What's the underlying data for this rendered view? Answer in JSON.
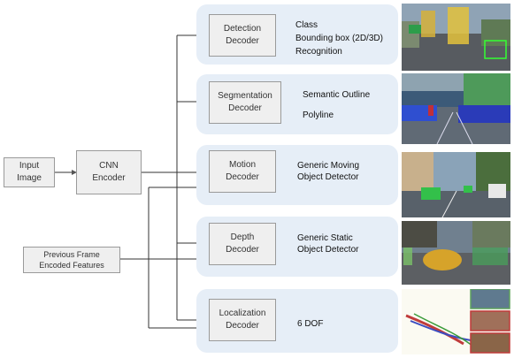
{
  "inputs": {
    "input_image": "Input\nImage",
    "cnn_encoder": "CNN\nEncoder",
    "previous_frame": "Previous  Frame\nEncoded Features"
  },
  "decoders": [
    {
      "name": "Detection\nDecoder",
      "outputs": [
        "Class",
        "Bounding box (2D/3D)",
        "Recognition"
      ]
    },
    {
      "name": "Segmentation\nDecoder",
      "outputs": [
        "Semantic Outline",
        "Polyline"
      ]
    },
    {
      "name": "Motion\nDecoder",
      "outputs": [
        "Generic Moving\nObject Detector"
      ]
    },
    {
      "name": "Depth\nDecoder",
      "outputs": [
        "Generic Static\nObject Detector"
      ]
    },
    {
      "name": "Localization\nDecoder",
      "outputs": [
        "6 DOF"
      ]
    }
  ],
  "colors": {
    "panel": "#e6eef7",
    "box_fill": "#efefef",
    "box_border": "#9a9a9a",
    "line": "#333333"
  }
}
